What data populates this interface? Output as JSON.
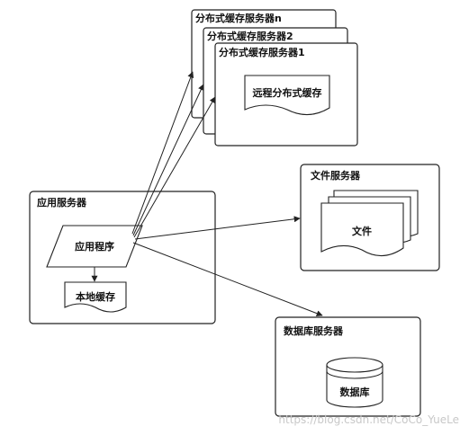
{
  "app_server": {
    "title": "应用服务器",
    "program": "应用程序",
    "local_cache": "本地缓存"
  },
  "cache_servers": {
    "server_n": "分布式缓存服务器n",
    "server_2": "分布式缓存服务器2",
    "server_1": "分布式缓存服务器1",
    "remote_cache": "远程分布式缓存"
  },
  "file_server": {
    "title": "文件服务器",
    "file": "文件"
  },
  "db_server": {
    "title": "数据库服务器",
    "database": "数据库"
  },
  "watermark": "https://blog.csdn.net/CoCo_YueLe",
  "colors": {
    "line": "#222222",
    "background": "#ffffff",
    "watermark": "#c8c8c8"
  }
}
